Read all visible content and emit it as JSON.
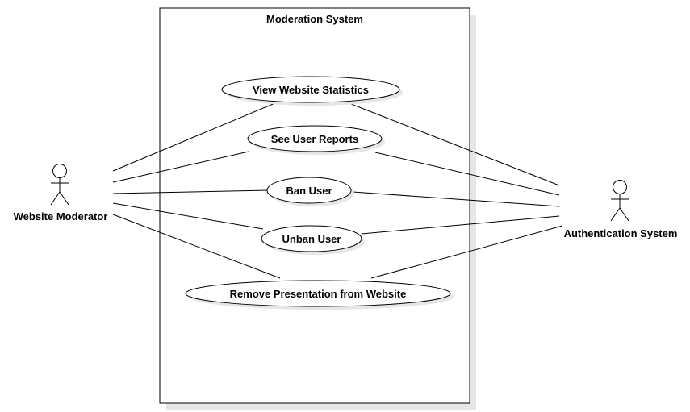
{
  "system": {
    "title": "Moderation System"
  },
  "actors": {
    "moderator": {
      "name": "Website Moderator"
    },
    "auth": {
      "name": "Authentication System"
    }
  },
  "use_cases": [
    {
      "id": "view-stats",
      "label": "View Website Statistics"
    },
    {
      "id": "see-reports",
      "label": "See User Reports"
    },
    {
      "id": "ban",
      "label": "Ban User"
    },
    {
      "id": "unban",
      "label": "Unban User"
    },
    {
      "id": "remove-presentation",
      "label": "Remove Presentation from Website"
    }
  ],
  "associations": [
    {
      "actor": "moderator",
      "use_case": "view-stats"
    },
    {
      "actor": "moderator",
      "use_case": "see-reports"
    },
    {
      "actor": "moderator",
      "use_case": "ban"
    },
    {
      "actor": "moderator",
      "use_case": "unban"
    },
    {
      "actor": "moderator",
      "use_case": "remove-presentation"
    },
    {
      "actor": "auth",
      "use_case": "view-stats"
    },
    {
      "actor": "auth",
      "use_case": "see-reports"
    },
    {
      "actor": "auth",
      "use_case": "ban"
    },
    {
      "actor": "auth",
      "use_case": "unban"
    },
    {
      "actor": "auth",
      "use_case": "remove-presentation"
    }
  ],
  "colors": {
    "line": "#000000",
    "fill": "#ffffff",
    "shadow": "#e6e6e6"
  }
}
